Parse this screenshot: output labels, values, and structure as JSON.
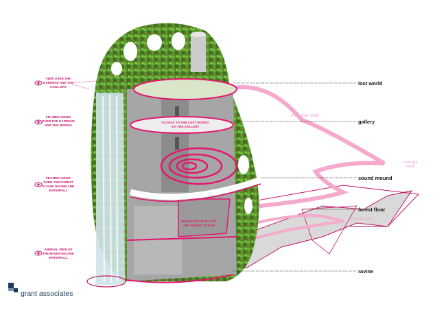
{
  "levels": [
    "lost world",
    "gallery",
    "sound mound",
    "forest floor",
    "ravine"
  ],
  "walks": {
    "mountain": "mountain walk",
    "canopy": [
      "canopy",
      "walk"
    ],
    "ravine": "ravine walk"
  },
  "views": [
    {
      "icon": "eye-icon",
      "lines": [
        "VIEW OVER THE",
        "GARDENS AND THE",
        "COOL DRY"
      ]
    },
    {
      "icon": "eye-icon",
      "lines": [
        "FRAMED VIEWS",
        "OVER THE GARDENS",
        "AND THE MARINA"
      ]
    },
    {
      "icon": "eye-icon",
      "lines": [
        "FRAMED VIEWS",
        "OVER THE FOREST",
        "FLOOR, RAVINE AND",
        "WATERFALL"
      ]
    },
    {
      "icon": "eye-icon",
      "lines": [
        "ARRIVAL VIEW OF",
        "THE MOUNTAIN AND",
        "WATERFALL"
      ]
    }
  ],
  "inner_labels": {
    "access": [
      "ACCESS TO THE LOST WORLD",
      "VIA THE GALLERY"
    ],
    "entry": [
      "MOUNTAIN ENTRY OFF",
      "THE FOREST FLOOR"
    ]
  },
  "logo": {
    "text": "grant associates"
  },
  "colors": {
    "accent": "#e4166f",
    "walk": "#f5a9cc",
    "greenery": "#4f8f2a",
    "structure": "#9a9a9a"
  }
}
